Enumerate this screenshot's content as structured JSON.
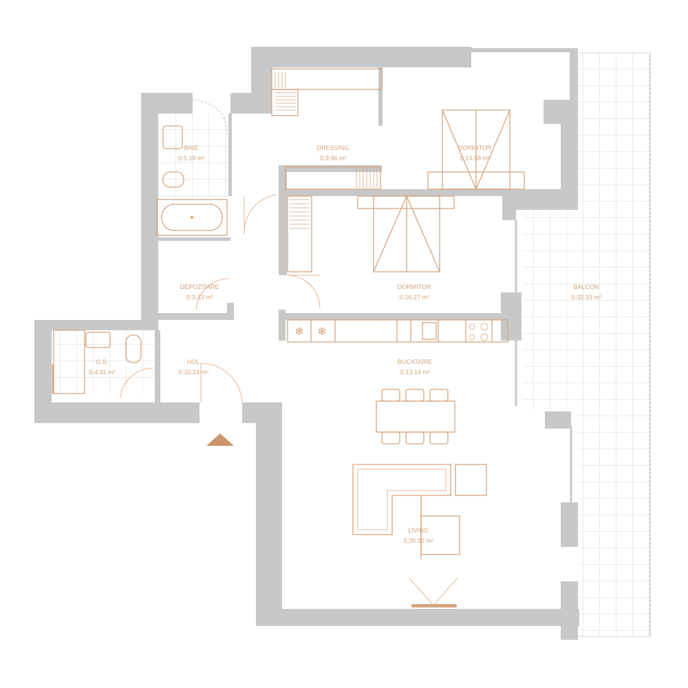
{
  "plan": {
    "accent_color": "#d4a57e",
    "wall_color": "#c8c8c8",
    "rooms": [
      {
        "name": "BAIE",
        "area": "S:5.19 m²"
      },
      {
        "name": "DRESSING",
        "area": "S:9.96 m²"
      },
      {
        "name": "DORMITOR",
        "area": "S:14.58 m²"
      },
      {
        "name": "DEPOZITARE",
        "area": "S:3.33 m²"
      },
      {
        "name": "DORMITOR",
        "area": "S:16.27 m²"
      },
      {
        "name": "BALCON",
        "area": "S:32.93 m²"
      },
      {
        "name": "G.S.",
        "area": "S:4.31 m²"
      },
      {
        "name": "HOL",
        "area": "S:10.24 m²"
      },
      {
        "name": "BUCATARIE",
        "area": "S:13.14 m²"
      },
      {
        "name": "LIVING",
        "area": "S:35.92 m²"
      }
    ],
    "entrance_icon": "entrance-arrow-icon"
  }
}
